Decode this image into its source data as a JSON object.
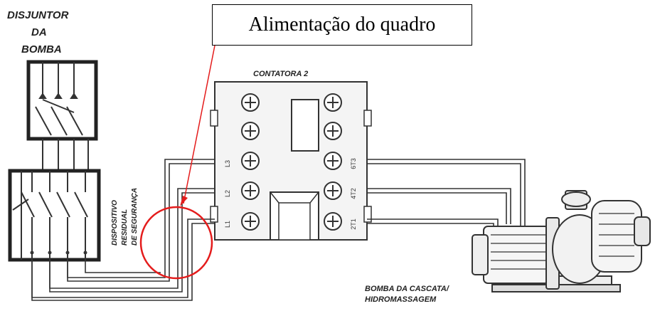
{
  "callout": {
    "text": "Alimentação do quadro"
  },
  "labels": {
    "breaker_line1": "DISJUNTOR",
    "breaker_line2": "DA",
    "breaker_line3": "BOMBA",
    "rcd_line1": "DISPOSITIVO",
    "rcd_line2": "RESIDUAL",
    "rcd_line3": "DE SEGURANÇA",
    "contactor_title": "CONTATORA 2",
    "pump_line1": "BOMBA DA CASCATA/",
    "pump_line2": "HIDROMASSAGEM"
  },
  "terminals": {
    "left": [
      "L3",
      "L2",
      "L1"
    ],
    "right": [
      "6T3",
      "4T2",
      "2T1"
    ]
  },
  "colors": {
    "line": "#333333",
    "highlight": "#e41c1c",
    "fill_light": "#f4f4f4"
  }
}
